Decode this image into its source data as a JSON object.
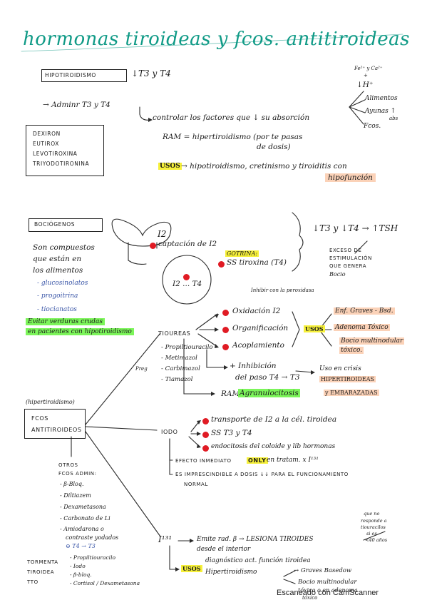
{
  "title": "hormonas tiroideas y fcos. antitiroideas",
  "hypo": {
    "label": "HIPOTIROIDISMO",
    "decrease": "↓T3 y T4",
    "ions": "Fe²⁺ y Ca²⁺",
    "ions_suffix": "+",
    "admin": "→ Adminr T3 y T4",
    "control": "controlar los factores que ↓ su absorción",
    "h_plus": "↓H⁺",
    "foods": "Alimentos",
    "fasting": "Ayunas ↑",
    "abs": "abs",
    "fcos": "Fcos.",
    "drugs": [
      "DEXIRON",
      "EUTIROX",
      "LEVOTIROXINA",
      "TRIYODOTIRONINA"
    ],
    "ram": "RAM = hipertiroidismo (por te pasas",
    "ram2": "de dosis)",
    "usos_tag": "USOS",
    "usos_text": "→ hipotiroidismo, cretinismo y tiroiditis con",
    "usos_text2": "hipofunción"
  },
  "bocio": {
    "label": "BOCIÓGENOS",
    "desc": [
      "Son compuestos",
      "que están en",
      "los alimentos"
    ],
    "items": [
      "- glucosinolatos",
      "- progoitrina",
      "- tiocianatos"
    ],
    "green_note": [
      "Evitar verduras crudas",
      "en pacientes con hipotiroidismo"
    ],
    "i2": "I2",
    "captacion": "captación de I2",
    "gotrina": "GOTRINA:",
    "tiroxina": "SS tiroxina (T4)",
    "i2_t4": "I2 ... T4",
    "right_top": "↓T3 y ↓T4 → ↑TSH",
    "right_desc": [
      "EXCESO DE",
      "ESTIMULACIÓN",
      "QUE GENERA",
      "Bocio"
    ]
  },
  "tioureas": {
    "label": "TIOUREAS",
    "items": [
      "- Propiltiouracilo",
      "- Metimazol",
      "- Carbimazol",
      "- Tiamazol"
    ],
    "pregnant": "Preg",
    "inhibe": "Inhibir con la peroxidasa",
    "steps": [
      "Oxidación I2",
      "Organificación",
      "Acoplamiento"
    ],
    "usos_tag": "USOS",
    "uses": [
      "Enf. Graves - Bsd.",
      "Adenoma Tóxico",
      "Bocio multinodular",
      "tóxico."
    ],
    "inhib": "+ Inhibición",
    "paso": "del paso T4 → T3",
    "uso_en": "Uso en crisis",
    "hyper": "HIPERTIROIDEAS",
    "ram": "RAM:",
    "agranulocitosis": "Agranulocitosis",
    "embarazadas": "y EMBARAZADAS"
  },
  "fcos": {
    "hyper_note": "(hipertiroidismo)",
    "label": [
      "FCOS",
      "ANTITIROIDEOS"
    ],
    "yodo": "IODO",
    "yodo_items": [
      "transporte de I2 a la cél. tiroidea",
      "SS T3 y T4",
      "endocitosis del coloide y lib hormonas"
    ],
    "efecto": "EFECTO INMEDIATO",
    "only": "ONLY",
    "en_tratam": "en tratam. x I¹³¹",
    "imprescindible": "ES IMPRESCINDIBLE A DOSIS ↓↓ PARA EL FUNCIONAMIENTO",
    "normal": "NORMAL",
    "otros": [
      "OTROS",
      "FCOS ADMIN:",
      "- β-Bloq.",
      "- Diltiazem",
      "- Dexametasona",
      "- Carbonato de Li",
      "- Amiodarona o",
      "contraste yodados"
    ],
    "t4t3": "⊖ T4 → T3",
    "tormenta": [
      "TORMENTA",
      "TIROIDEA",
      "TTO"
    ],
    "tormenta_items": [
      "- Propiltiouracilo",
      "- Iodo",
      "- β-bloq.",
      "- Cortisol / Dexametasona"
    ],
    "i131": "I¹³¹",
    "emite": "Emite rad. β → LESIONA TIROIDES",
    "emite2": "desde el interior",
    "usos_tag": "USOS",
    "diagnostico": "diagnóstico act. función tiroidea",
    "hipertiroidismo": "Hipertiroidismo",
    "graves": "→ Graves Basedow",
    "bocio": "Bocio multinodular",
    "toxico": "tóxico o en adenoma",
    "toxico2": "tóxico",
    "side_note": [
      "que no",
      "responde a",
      "tiouracilos",
      "si es",
      "<40 años"
    ]
  },
  "footer": "Escaneado con CamScanner"
}
